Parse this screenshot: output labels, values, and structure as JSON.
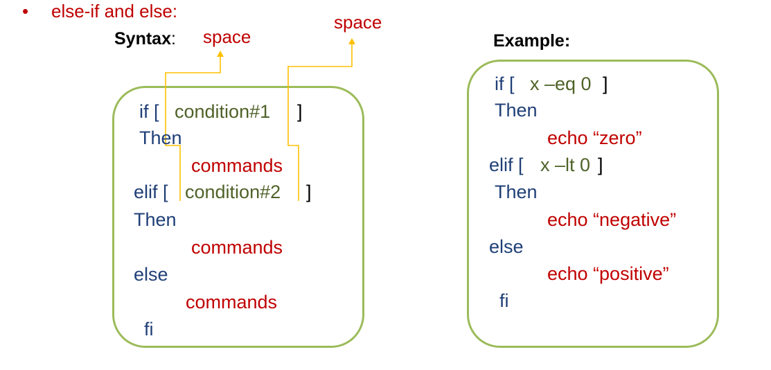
{
  "bullet": {
    "marker": "•",
    "text": "else-if and else:"
  },
  "syntax": {
    "heading": "Syntax",
    "heading_colon": ":",
    "callout_left": "space",
    "callout_right": "space",
    "lines": {
      "if_kw": "if [",
      "cond1": "condition#1",
      "if_close": "]",
      "then1": "Then",
      "cmd1": "commands",
      "elif_kw": "elif [",
      "cond2": "condition#2",
      "elif_close": "]",
      "then2": "Then",
      "cmd2": "commands",
      "else_kw": "else",
      "cmd3": "commands",
      "fi_kw": "fi"
    }
  },
  "example": {
    "heading": "Example:",
    "lines": {
      "if_kw": "if [",
      "cond1": "x –eq 0",
      "if_close": "]",
      "then1": "Then",
      "echo1": "echo “zero”",
      "elif_kw": "elif [",
      "cond2": "x –lt 0",
      "elif_close": "]",
      "then2": "Then",
      "echo2": "echo “negative”",
      "else_kw": "else",
      "echo3": "echo “positive”",
      "fi_kw": "fi"
    }
  },
  "colors": {
    "keyword": "#1f3f77",
    "command": "#c00000",
    "condition": "#4f6228",
    "box_border": "#9bbb59",
    "connector": "#ffc000"
  }
}
